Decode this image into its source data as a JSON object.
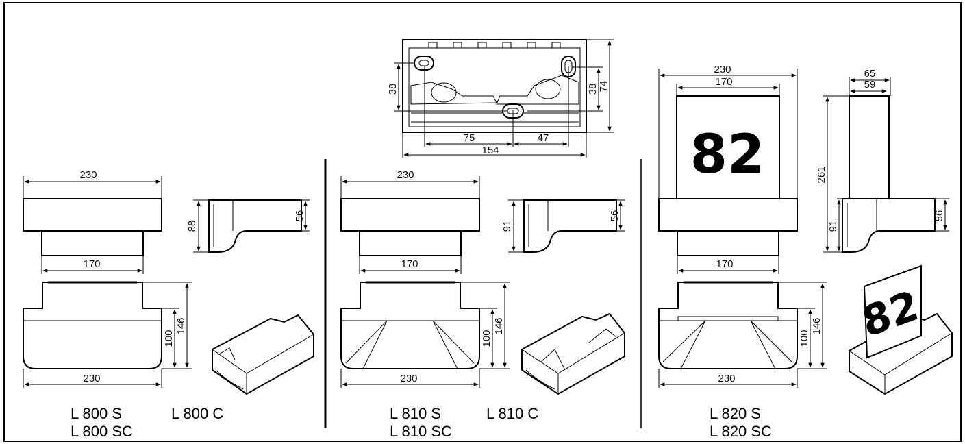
{
  "dimensions": {
    "top": {
      "d154": "154",
      "d75": "75",
      "d47": "47",
      "d38a": "38",
      "d38b": "38",
      "d74": "74"
    },
    "left": {
      "w230a": "230",
      "h88": "88",
      "d56": "56",
      "w170": "170",
      "w230b": "230",
      "h100": "100",
      "h146": "146"
    },
    "middle": {
      "w230a": "230",
      "h91": "91",
      "d56": "56",
      "w170": "170",
      "w230b": "230",
      "h100": "100",
      "h146": "146"
    },
    "right": {
      "w230a": "230",
      "w170a": "170",
      "w65": "65",
      "w59": "59",
      "h261": "261",
      "h91": "91",
      "d56": "56",
      "w170b": "170",
      "w230b": "230",
      "h100": "100",
      "h146": "146"
    }
  },
  "house_number": "82",
  "models": {
    "left": {
      "s": "L 800 S",
      "sc": "L 800 SC",
      "c": "L 800 C"
    },
    "middle": {
      "s": "L 810 S",
      "sc": "L 810 SC",
      "c": "L 810 C"
    },
    "right": {
      "s": "L 820 S",
      "sc": "L 820 SC"
    }
  }
}
